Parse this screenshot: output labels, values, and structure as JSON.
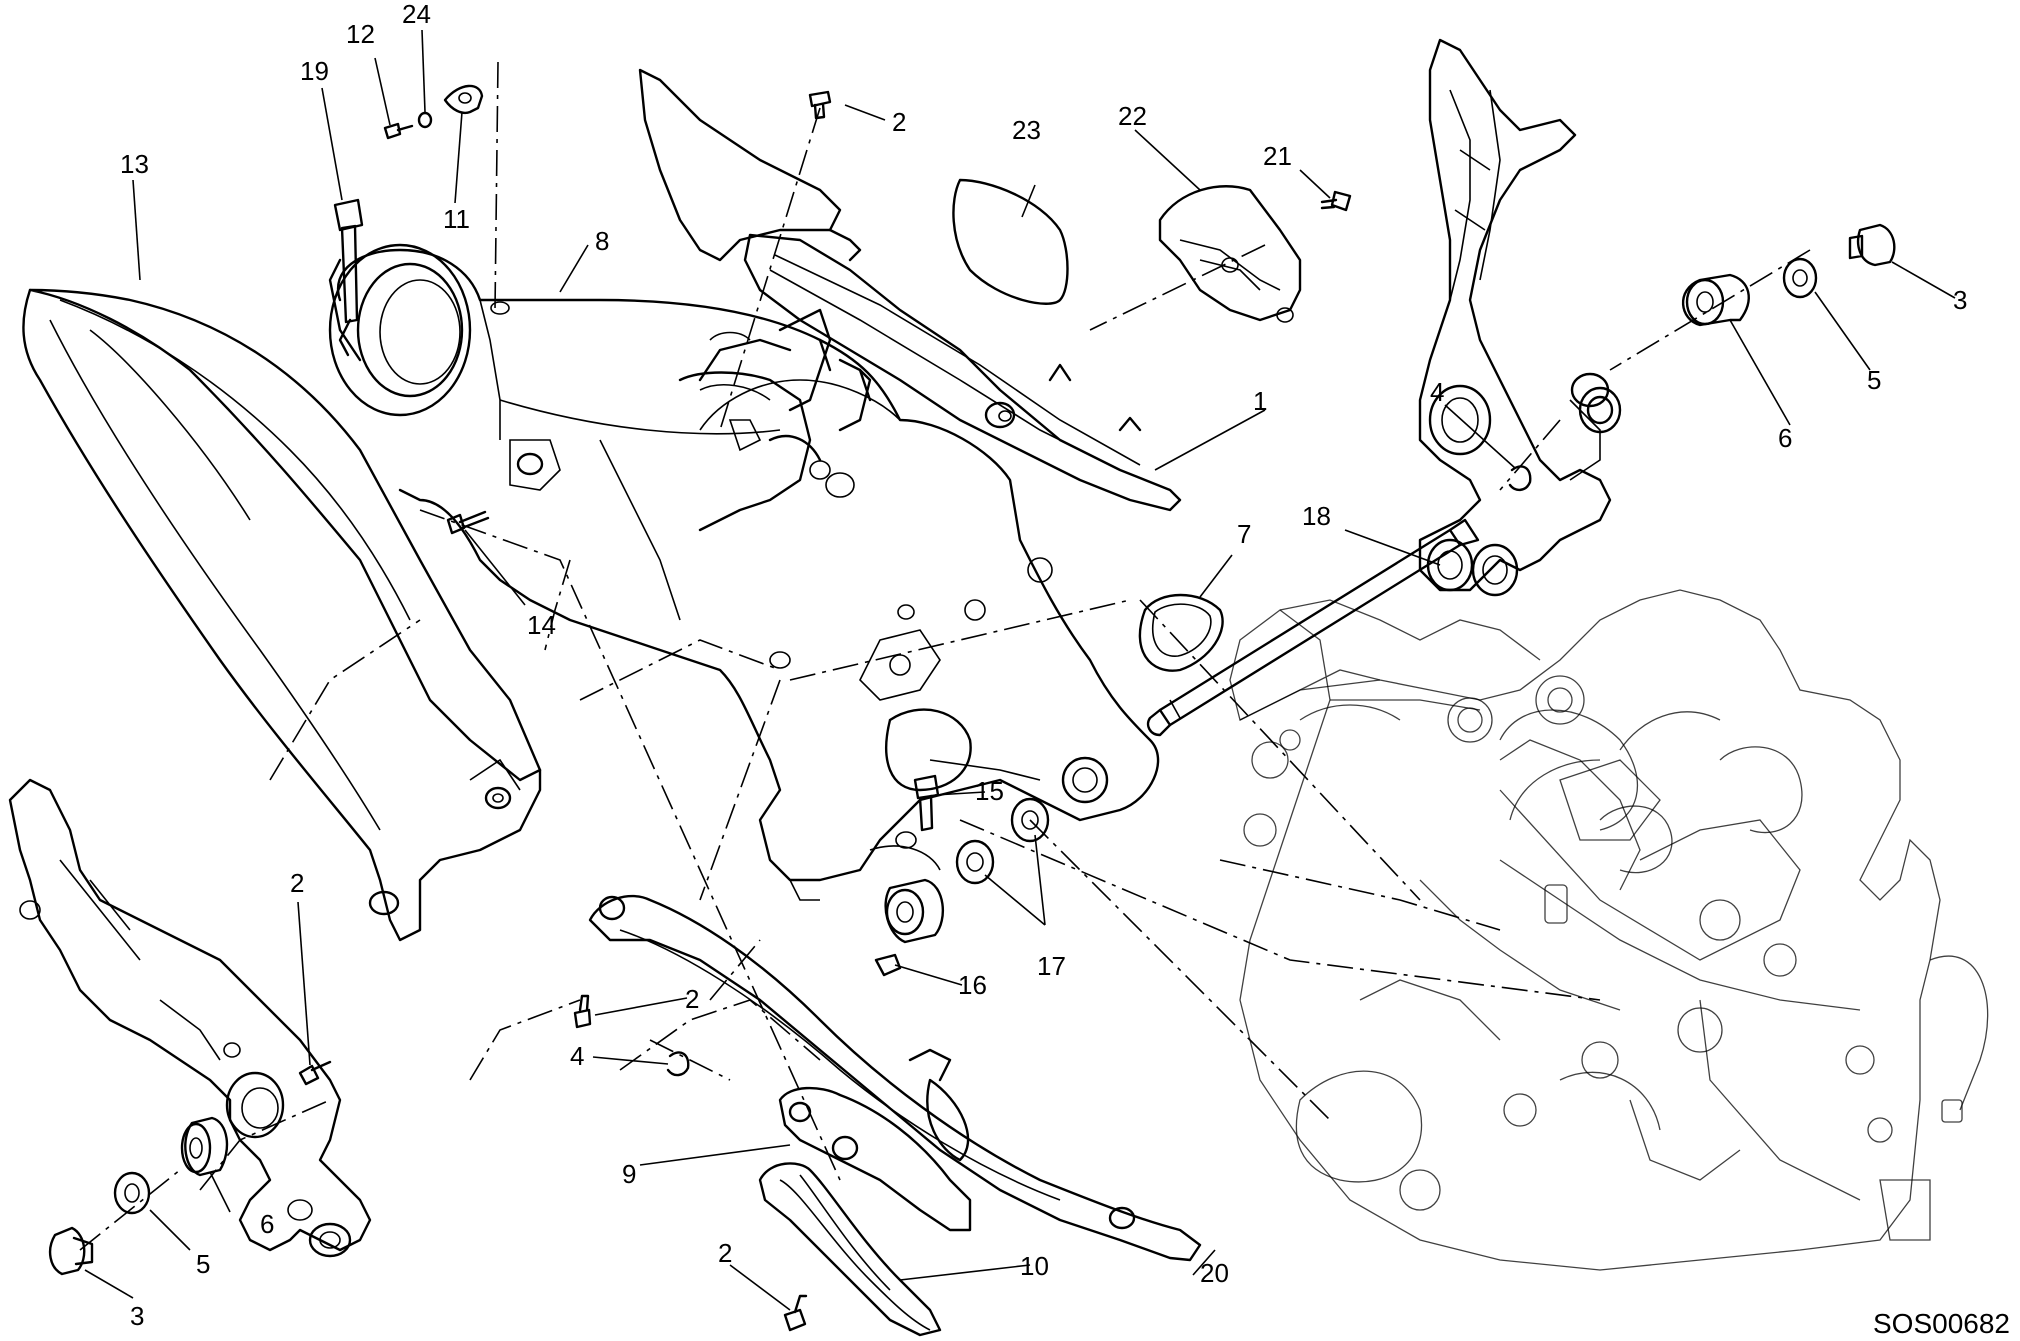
{
  "diagram": {
    "code": "SOS00682",
    "callouts": [
      {
        "id": "c1",
        "text": "1"
      },
      {
        "id": "c2a",
        "text": "2"
      },
      {
        "id": "c2b",
        "text": "2"
      },
      {
        "id": "c2c",
        "text": "2"
      },
      {
        "id": "c2d",
        "text": "2"
      },
      {
        "id": "c3a",
        "text": "3"
      },
      {
        "id": "c3b",
        "text": "3"
      },
      {
        "id": "c4a",
        "text": "4"
      },
      {
        "id": "c4b",
        "text": "4"
      },
      {
        "id": "c5a",
        "text": "5"
      },
      {
        "id": "c5b",
        "text": "5"
      },
      {
        "id": "c6a",
        "text": "6"
      },
      {
        "id": "c6b",
        "text": "6"
      },
      {
        "id": "c7",
        "text": "7"
      },
      {
        "id": "c8",
        "text": "8"
      },
      {
        "id": "c9",
        "text": "9"
      },
      {
        "id": "c10",
        "text": "10"
      },
      {
        "id": "c11",
        "text": "11"
      },
      {
        "id": "c12",
        "text": "12"
      },
      {
        "id": "c13",
        "text": "13"
      },
      {
        "id": "c14",
        "text": "14"
      },
      {
        "id": "c15",
        "text": "15"
      },
      {
        "id": "c16",
        "text": "16"
      },
      {
        "id": "c17",
        "text": "17"
      },
      {
        "id": "c18",
        "text": "18"
      },
      {
        "id": "c19",
        "text": "19"
      },
      {
        "id": "c20",
        "text": "20"
      },
      {
        "id": "c21",
        "text": "21"
      },
      {
        "id": "c22",
        "text": "22"
      },
      {
        "id": "c23",
        "text": "23"
      },
      {
        "id": "c24",
        "text": "24"
      }
    ]
  }
}
